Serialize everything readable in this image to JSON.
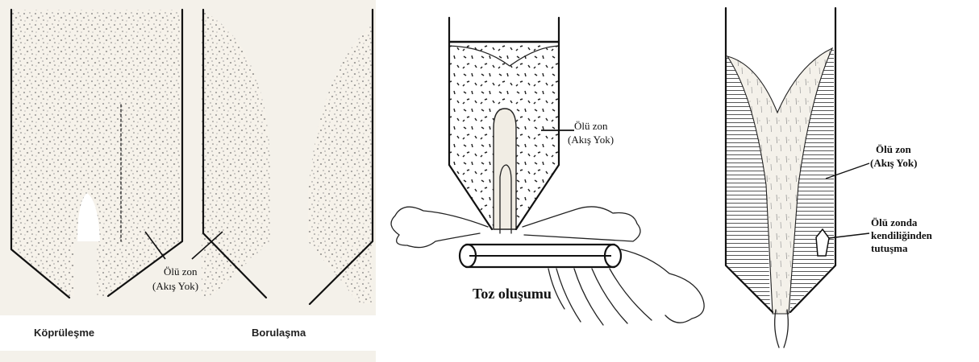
{
  "panel1": {
    "dead_zone_label_line1": "Ölü zon",
    "dead_zone_label_line2": "(Akış Yok)",
    "caption_left": "Köprüleşme",
    "caption_right": "Borulaşma"
  },
  "panel2": {
    "dead_zone_label_line1": "Ölü zon",
    "dead_zone_label_line2": "(Akış Yok)",
    "caption": "Toz oluşumu"
  },
  "panel3": {
    "dead_zone_label_line1": "Ölü zon",
    "dead_zone_label_line2": "(Akış Yok)",
    "ignition_label_line1": "Ölü zonda",
    "ignition_label_line2": "kendiliğinden",
    "ignition_label_line3": "tutuşma"
  }
}
